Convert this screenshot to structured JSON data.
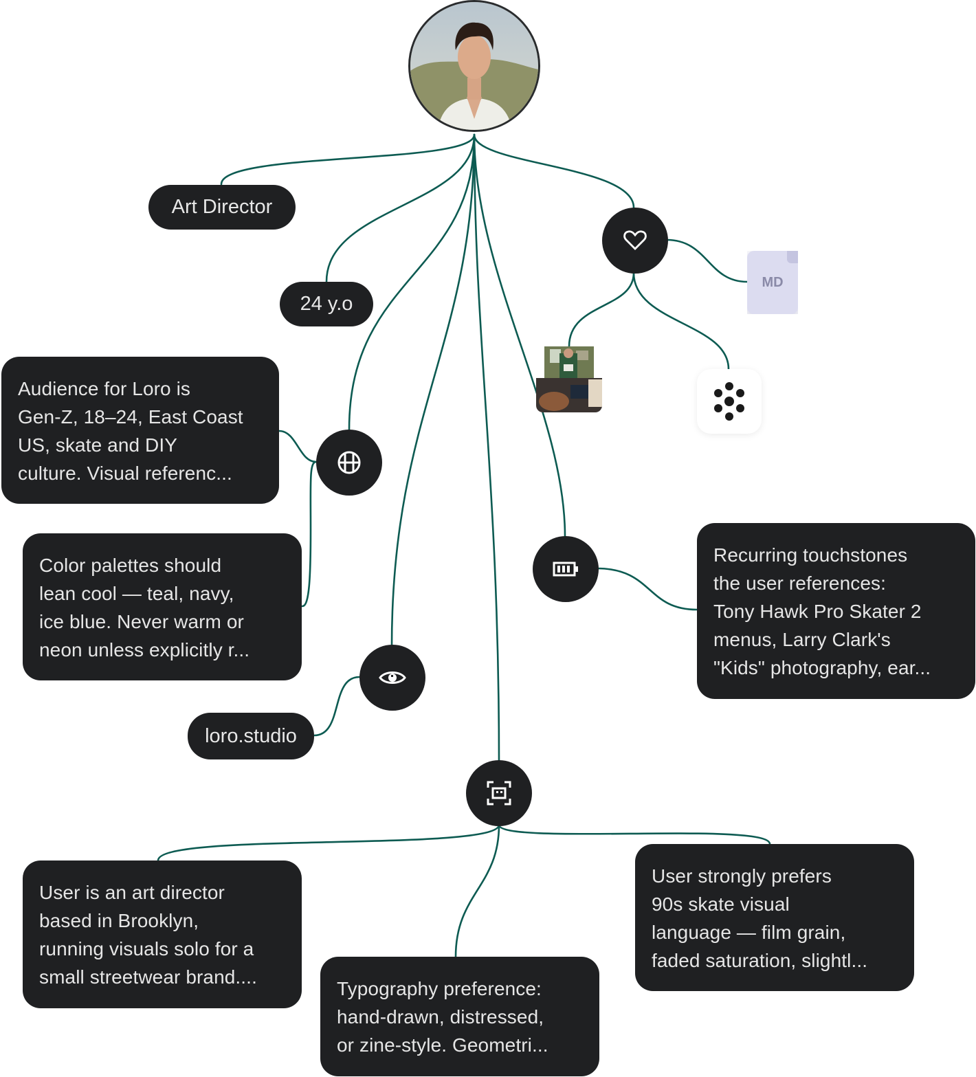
{
  "profile": {
    "photo_icon": "portrait-photo"
  },
  "attributes": {
    "role": "Art Director",
    "age": "24 y.o",
    "website": "loro.studio"
  },
  "nodes": {
    "heart": {
      "icon": "heart-icon"
    },
    "globe": {
      "icon": "globe-icon"
    },
    "eye": {
      "icon": "eye-icon"
    },
    "battery": {
      "icon": "battery-icon"
    },
    "face_scan": {
      "icon": "face-scan-icon"
    }
  },
  "favorites": {
    "file_label": "MD",
    "photo_icon": "skater-photo",
    "app_icon": "dots-flower-icon"
  },
  "memories": {
    "audience": [
      "Audience for Loro is",
      "Gen-Z, 18–24, East Coast",
      "US, skate and DIY",
      "culture. Visual referenc..."
    ],
    "palette": [
      "Color palettes should",
      "lean cool — teal, navy,",
      "ice blue. Never warm or",
      "neon unless explicitly r..."
    ],
    "touchstones": [
      "Recurring touchstones",
      "the user references:",
      "Tony Hawk Pro Skater 2",
      "menus, Larry Clark's",
      "\"Kids\" photography, ear..."
    ],
    "bio": [
      "User is an art director",
      "based in Brooklyn,",
      "running visuals solo for a",
      "small streetwear brand...."
    ],
    "typography": [
      "Typography preference:",
      "hand-drawn, distressed,",
      "or zine-style. Geometri..."
    ],
    "skate": [
      "User strongly prefers",
      "90s skate visual",
      "language — film grain,",
      "faded saturation, slightl..."
    ]
  },
  "colors": {
    "link": "#0d5b52",
    "node": "#1f2022",
    "text": "#e8e8e8",
    "background": "#ffffff"
  }
}
